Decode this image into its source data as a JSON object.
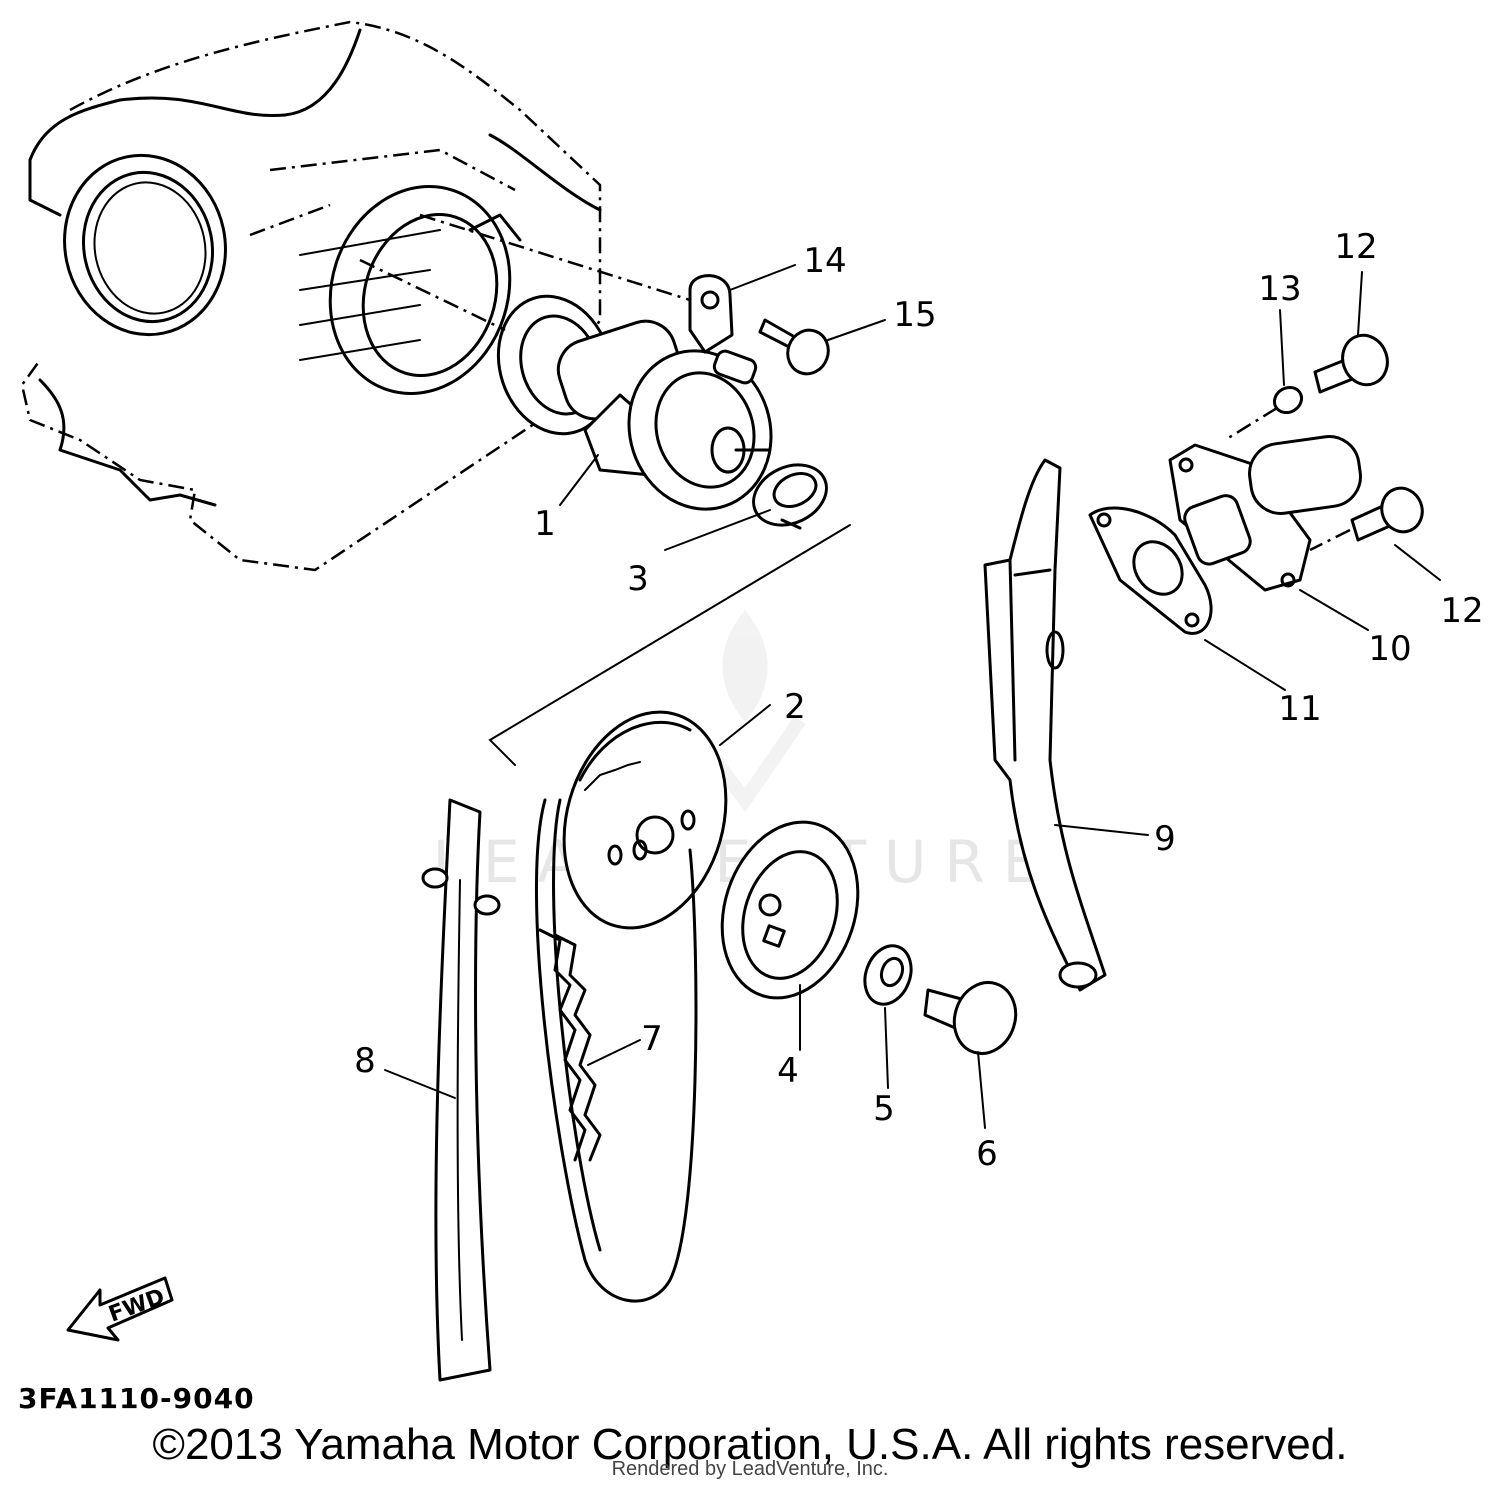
{
  "diagram_code": "3FA1110-9040",
  "forward_label": "FWD",
  "copyright": "©2013 Yamaha Motor Corporation, U.S.A. All rights reserved.",
  "rendered_by": "Rendered by LeadVenture, Inc.",
  "watermark": "LEADVENTURE",
  "callouts": [
    "1",
    "2",
    "3",
    "4",
    "5",
    "6",
    "7",
    "8",
    "9",
    "10",
    "11",
    "12",
    "12",
    "13",
    "14",
    "15"
  ],
  "parts": [
    {
      "ref": "1",
      "icon": "camshaft-icon"
    },
    {
      "ref": "2",
      "icon": "cam-sprocket-icon"
    },
    {
      "ref": "3",
      "icon": "circlip-icon"
    },
    {
      "ref": "4",
      "icon": "plate-icon"
    },
    {
      "ref": "5",
      "icon": "washer-icon"
    },
    {
      "ref": "6",
      "icon": "bolt-icon"
    },
    {
      "ref": "7",
      "icon": "cam-chain-icon"
    },
    {
      "ref": "8",
      "icon": "chain-guide-icon"
    },
    {
      "ref": "9",
      "icon": "tensioner-guide-icon"
    },
    {
      "ref": "10",
      "icon": "tensioner-assembly-icon"
    },
    {
      "ref": "11",
      "icon": "gasket-icon"
    },
    {
      "ref": "12",
      "icon": "bolt-icon"
    },
    {
      "ref": "13",
      "icon": "washer-icon"
    },
    {
      "ref": "14",
      "icon": "bracket-icon"
    },
    {
      "ref": "15",
      "icon": "bolt-icon"
    }
  ]
}
